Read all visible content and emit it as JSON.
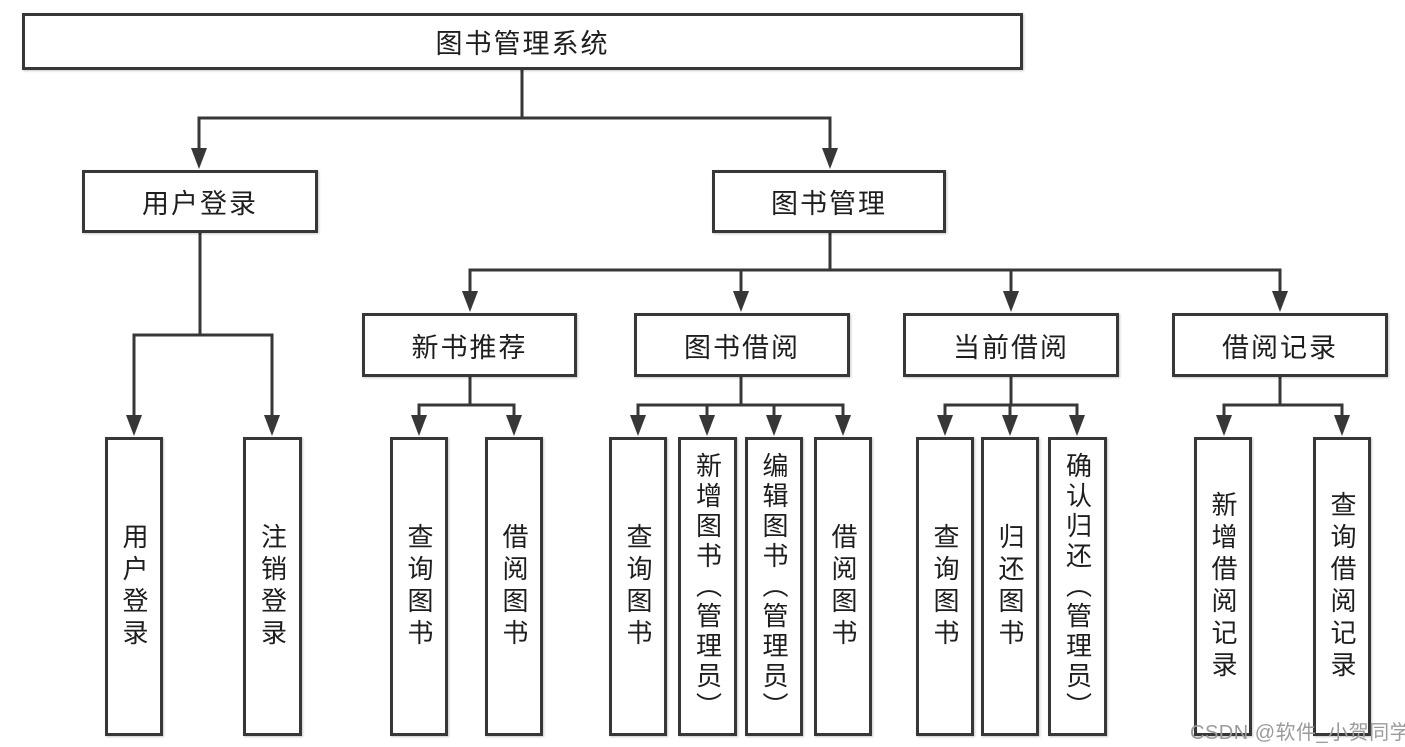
{
  "diagram": {
    "watermark": "CSDN @软件_小贺同学",
    "colors": {
      "line": "#373737",
      "box_border": "#373737",
      "text": "#1e1e1e",
      "watermark_text": "#9b9b9b",
      "background": "#ffffff"
    },
    "nodes": {
      "root": {
        "label": "图书管理系统"
      },
      "user_login": {
        "label": "用户登录"
      },
      "book_mgmt": {
        "label": "图书管理"
      },
      "new_book_rec": {
        "label": "新书推荐"
      },
      "book_borrow": {
        "label": "图书借阅"
      },
      "current_borrow": {
        "label": "当前借阅"
      },
      "borrow_record": {
        "label": "借阅记录"
      },
      "leaf_user_login": {
        "label": "用户登录"
      },
      "leaf_logout": {
        "label": "注销登录"
      },
      "leaf_rec_query": {
        "label": "查询图书"
      },
      "leaf_rec_borrow": {
        "label": "借阅图书"
      },
      "leaf_bb_query": {
        "label": "查询图书"
      },
      "leaf_bb_add": {
        "label": "新增图书（管理员）"
      },
      "leaf_bb_edit": {
        "label": "编辑图书（管理员）"
      },
      "leaf_bb_borrow": {
        "label": "借阅图书"
      },
      "leaf_cb_query": {
        "label": "查询图书"
      },
      "leaf_cb_return": {
        "label": "归还图书"
      },
      "leaf_cb_confirm": {
        "label": "确认归还（管理员）"
      },
      "leaf_br_add": {
        "label": "新增借阅记录"
      },
      "leaf_br_query": {
        "label": "查询借阅记录"
      }
    },
    "hierarchy": {
      "root": [
        "user_login",
        "book_mgmt"
      ],
      "user_login": [
        "leaf_user_login",
        "leaf_logout"
      ],
      "book_mgmt": [
        "new_book_rec",
        "book_borrow",
        "current_borrow",
        "borrow_record"
      ],
      "new_book_rec": [
        "leaf_rec_query",
        "leaf_rec_borrow"
      ],
      "book_borrow": [
        "leaf_bb_query",
        "leaf_bb_add",
        "leaf_bb_edit",
        "leaf_bb_borrow"
      ],
      "current_borrow": [
        "leaf_cb_query",
        "leaf_cb_return",
        "leaf_cb_confirm"
      ],
      "borrow_record": [
        "leaf_br_add",
        "leaf_br_query"
      ]
    }
  }
}
